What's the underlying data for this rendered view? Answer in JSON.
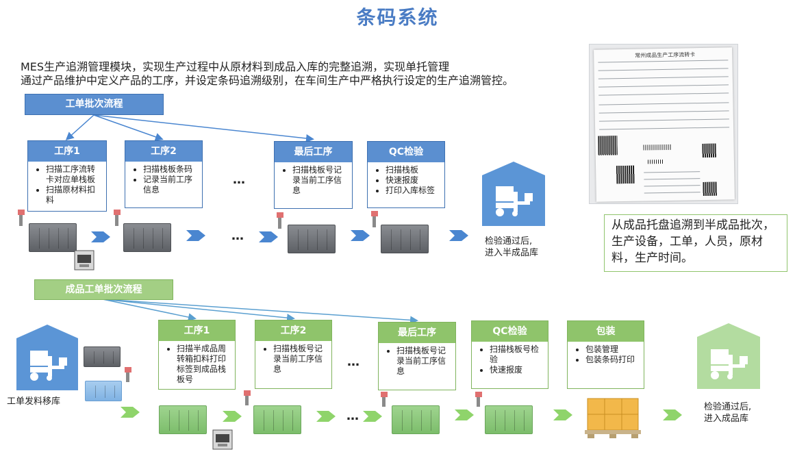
{
  "title": "条码系统",
  "intro": {
    "line1": "MES生产追溯管理模块，实现生产过程中从原材料到成品入库的完整追溯，实现单托管理",
    "line2": "通过产品维护中定义产品的工序，并设定条码追溯级别，在车间生产中严格执行设定的生产追溯管控。"
  },
  "flow1": {
    "banner": "工单批次流程",
    "steps": [
      {
        "title": "工序1",
        "items": [
          "扫描工序流转卡对应单栈板",
          "扫描原材料扣料"
        ]
      },
      {
        "title": "工序2",
        "items": [
          "扫描栈板条码",
          "记录当前工序信息"
        ]
      },
      {
        "title": "最后工序",
        "items": [
          "扫描栈板号记录当前工序信息"
        ]
      },
      {
        "title": "QC检验",
        "items": [
          "扫描栈板",
          "快速报废",
          "打印入库标签"
        ]
      }
    ],
    "ellipsis": "…",
    "end_label": "检验通过后,\n进入半成品库"
  },
  "flow2": {
    "banner": "成品工单批次流程",
    "steps": [
      {
        "title": "工序1",
        "items": [
          "扫描半成品周转箱扣料打印标签到成品栈板号"
        ]
      },
      {
        "title": "工序2",
        "items": [
          "扫描栈板号记录当前工序信息"
        ]
      },
      {
        "title": "最后工序",
        "items": [
          "扫描栈板号记录当前工序信息"
        ]
      },
      {
        "title": "QC检验",
        "items": [
          "扫描栈板号检验",
          "快速报废"
        ]
      },
      {
        "title": "包装",
        "items": [
          "包装管理",
          "包装条码打印"
        ]
      }
    ],
    "ellipsis": "…",
    "start_label": "工单发料移库",
    "end_label": "检验通过后,\n进入成品库"
  },
  "note": "从成品托盘追溯到半成品批次，生产设备，工单，人员，原材料，生产时间。",
  "photo": {
    "heading": "常州成品生产工序流转卡"
  },
  "colors": {
    "title": "#4a7cc4",
    "blue": "#5b8fd0",
    "green": "#8fc46b",
    "arrow_blue": "#4a86d0",
    "arrow_green": "#8fd46b"
  }
}
